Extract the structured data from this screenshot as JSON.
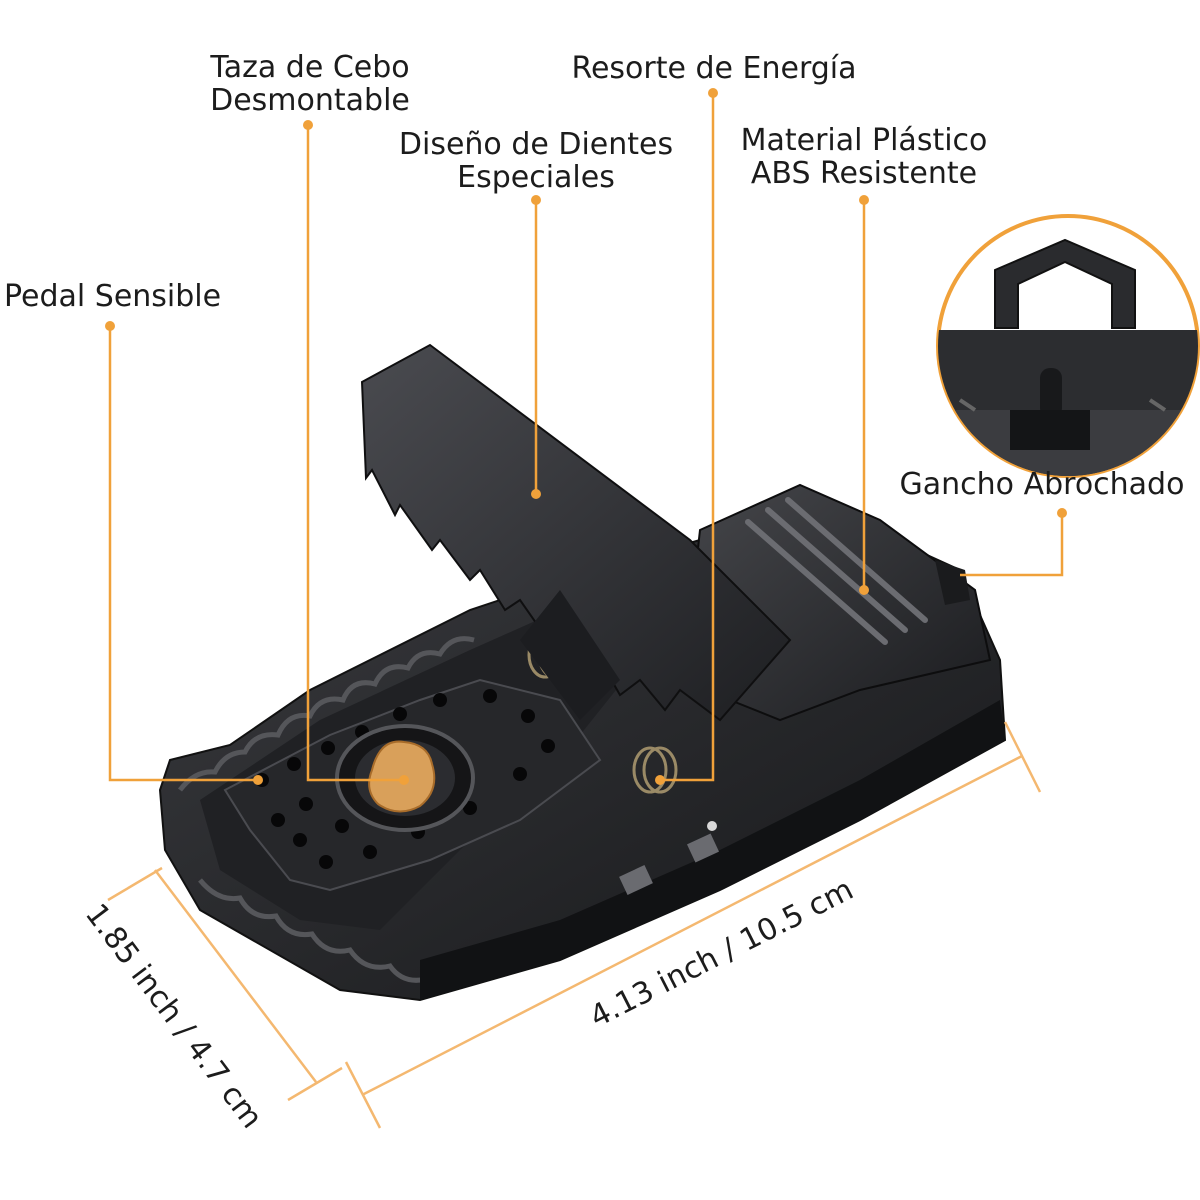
{
  "labels": {
    "pedal": "Pedal Sensible",
    "bait_cup_line1": "Taza de Cebo",
    "bait_cup_line2": "Desmontable",
    "teeth_line1": "Diseño de Dientes",
    "teeth_line2": "Especiales",
    "spring": "Resorte de Energía",
    "material_line1": "Material Plástico",
    "material_line2": "ABS Resistente",
    "hook": "Gancho Abrochado"
  },
  "dimensions": {
    "width": "1.85 inch / 4.7 cm",
    "length": "4.13 inch / 10.5 cm"
  },
  "colors": {
    "leader": "#f0a13a",
    "trap_body": "#2a2b2e",
    "bait": "#d9a05a"
  }
}
